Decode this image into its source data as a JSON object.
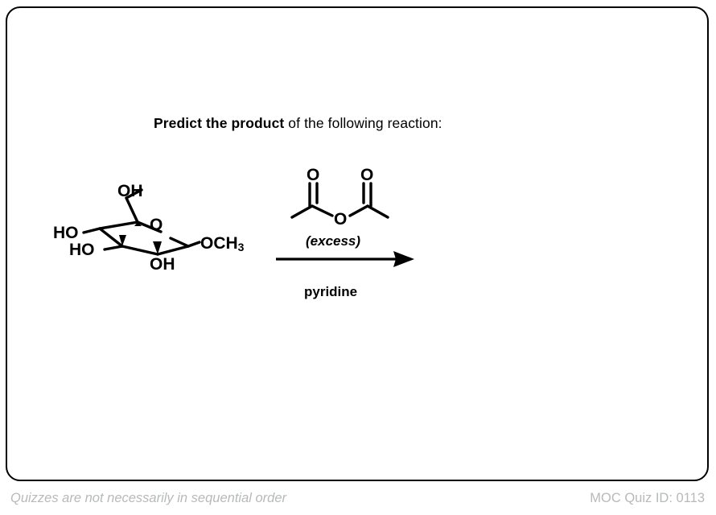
{
  "card": {
    "border_color": "#000000",
    "background": "#ffffff"
  },
  "prompt": {
    "bold_part": "Predict the product",
    "rest_part": " of the following reaction:"
  },
  "reaction": {
    "substrate": {
      "name": "methyl-glucopyranoside",
      "labels": {
        "ch2oh_hydroxyl": "OH",
        "ring_oxygen": "O",
        "c4_hydroxyl": "HO",
        "c3_hydroxyl": "HO",
        "c2_hydroxyl": "OH",
        "anomeric_methoxy": "OCH",
        "anomeric_methoxy_sub": "3"
      }
    },
    "reagent": {
      "name": "acetic-anhydride",
      "labels": {
        "carbonyl_oxygen_left": "O",
        "carbonyl_oxygen_right": "O",
        "bridging_oxygen": "O"
      }
    },
    "arrow": {
      "above_label": "(excess)",
      "below_label": "pyridine"
    }
  },
  "footer": {
    "note": "Quizzes are not necessarily in sequential order",
    "quiz_id": "MOC Quiz ID: 0113",
    "color": "#b7b9bb"
  }
}
